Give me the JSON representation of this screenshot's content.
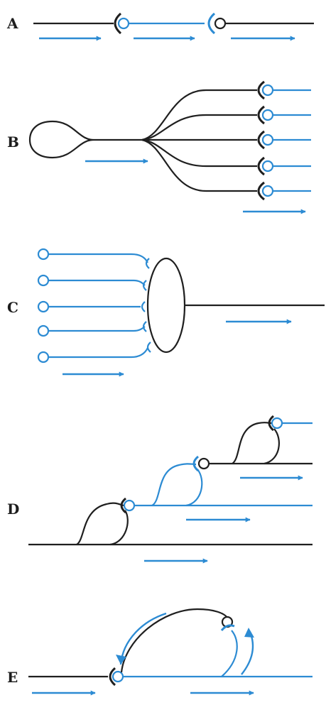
{
  "colors": {
    "neuron": "#1f1f1f",
    "signal": "#2c8bd3",
    "background": "#ffffff"
  },
  "panels": [
    {
      "label": "A"
    },
    {
      "label": "B"
    },
    {
      "label": "C"
    },
    {
      "label": "D"
    },
    {
      "label": "E"
    }
  ]
}
